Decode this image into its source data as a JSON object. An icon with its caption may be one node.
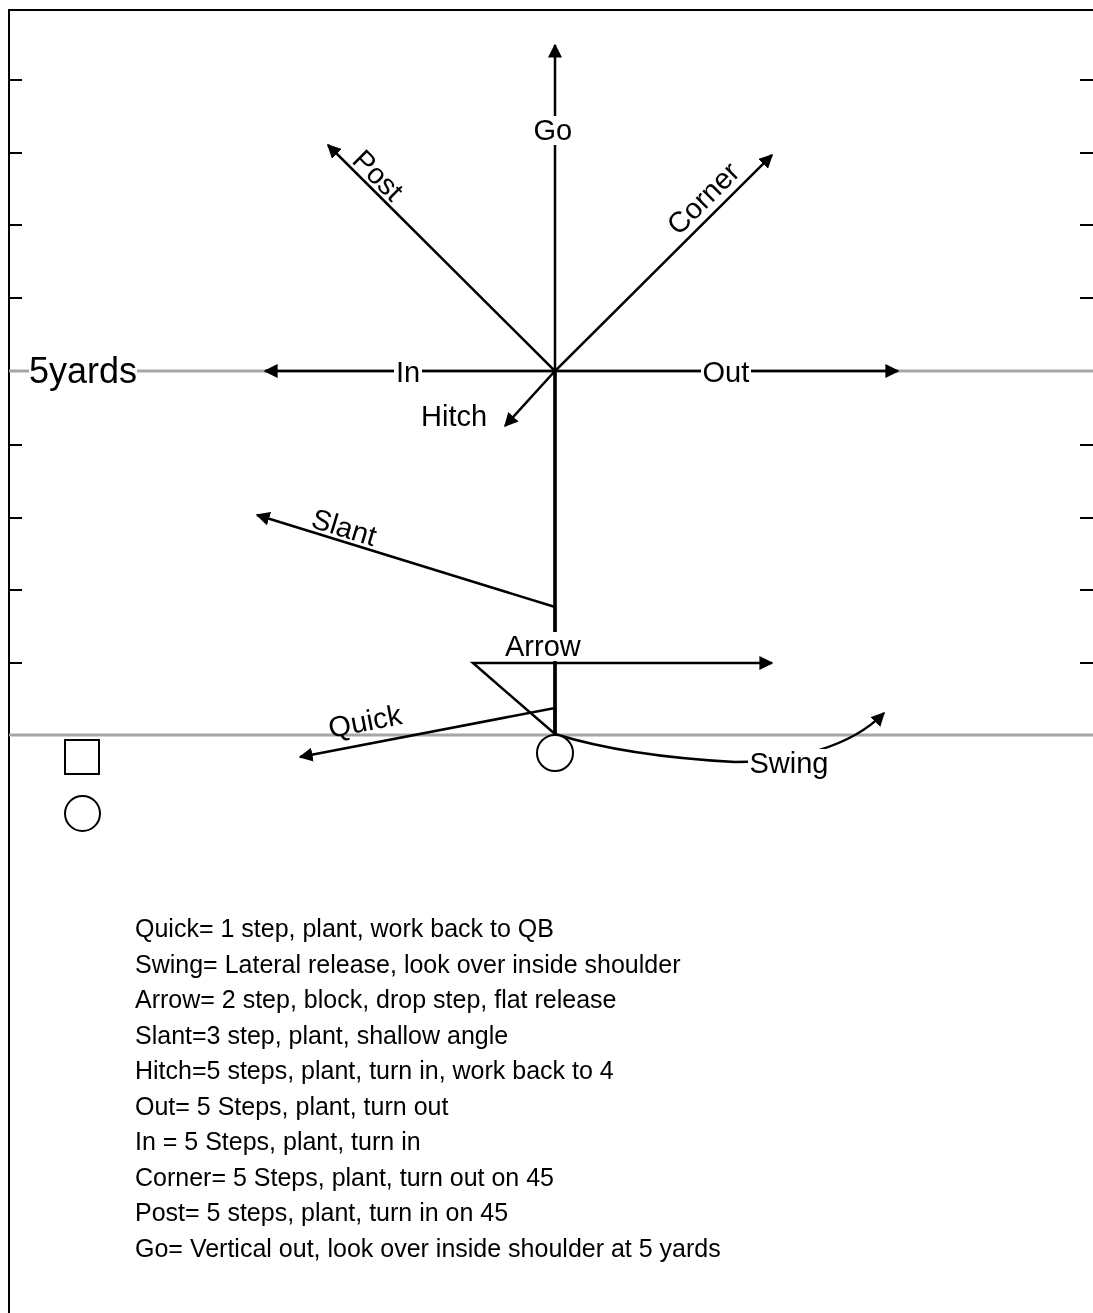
{
  "diagram": {
    "nodes": [
      {
        "text": [],
        "shape": "box"
      },
      {
        "text": [],
        "shape": "circle"
      },
      {
        "text": [],
        "shape": "circle"
      }
    ],
    "edges": [
      {
        "from": 2,
        "to": null,
        "arrow": "to",
        "label": "Go"
      },
      {
        "from": 2,
        "to": null,
        "arrow": "to",
        "label": "Post"
      },
      {
        "from": 2,
        "to": null,
        "arrow": "to",
        "label": "Corner"
      },
      {
        "from": 2,
        "to": null,
        "arrow": "to",
        "label": "In"
      },
      {
        "from": 2,
        "to": null,
        "arrow": "to",
        "label": "Out"
      },
      {
        "from": 2,
        "to": null,
        "arrow": "to",
        "label": "Hitch"
      },
      {
        "from": 2,
        "to": null,
        "arrow": "to",
        "label": "Slant"
      },
      {
        "from": 2,
        "to": null,
        "arrow": "to",
        "label": "Arrow"
      },
      {
        "from": 2,
        "to": null,
        "arrow": "to",
        "label": "Quick"
      },
      {
        "from": 2,
        "to": null,
        "arrow": "to",
        "label": "Swing"
      }
    ],
    "labels": [
      "5yards",
      "Quick= 1 step, plant, work back to QB",
      "Swing= Lateral release, look over inside shoulder",
      "Arrow= 2 step, block, drop step, flat release",
      "Slant=3 step, plant, shallow angle",
      "Hitch=5 steps, plant, turn in, work back to 4",
      "Out= 5 Steps, plant, turn out",
      "In = 5 Steps, plant, turn in",
      "Corner= 5 Steps, plant, turn out on 45",
      "Post= 5 steps, plant, turn in on 45",
      "Go= Vertical out, look over inside shoulder at 5 yards"
    ]
  }
}
